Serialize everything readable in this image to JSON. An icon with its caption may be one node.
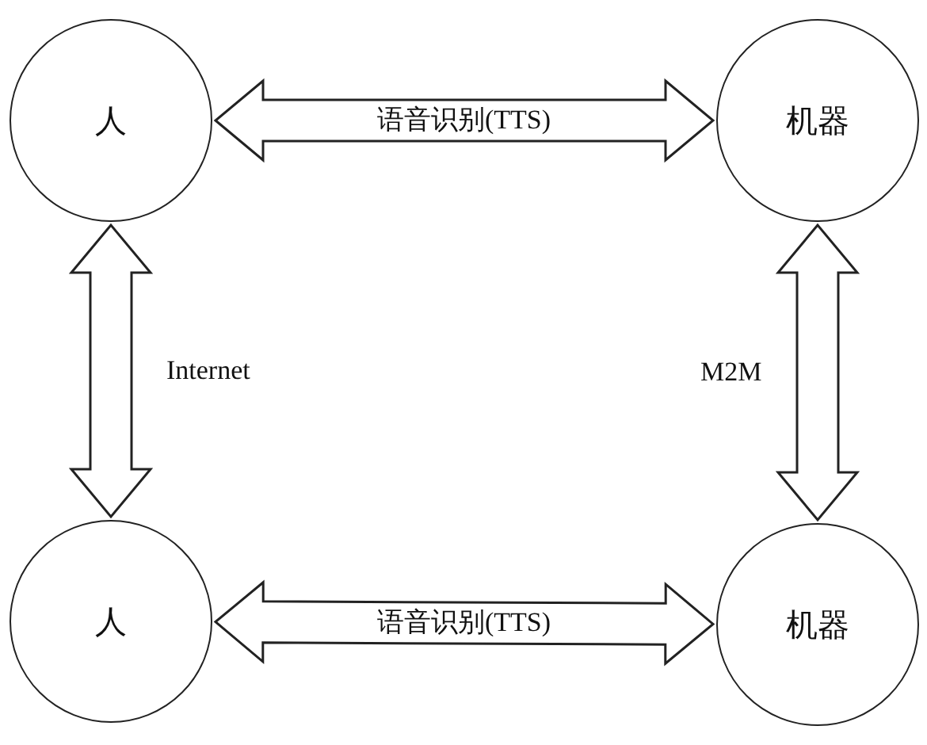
{
  "diagram": {
    "nodes": [
      {
        "text": [
          "人"
        ]
      },
      {
        "text": [
          "机器"
        ]
      },
      {
        "text": [
          "人"
        ]
      },
      {
        "text": [
          "机器"
        ]
      }
    ],
    "edges": [
      {
        "from": 0,
        "to": 1,
        "arrow": "both",
        "label": "语音识别(TTS)"
      },
      {
        "from": 0,
        "to": 2,
        "arrow": "both",
        "label": "Internet"
      },
      {
        "from": 1,
        "to": 3,
        "arrow": "both",
        "label": "M2M"
      },
      {
        "from": 2,
        "to": 3,
        "arrow": "both",
        "label": "语音识别(TTS)"
      }
    ]
  }
}
